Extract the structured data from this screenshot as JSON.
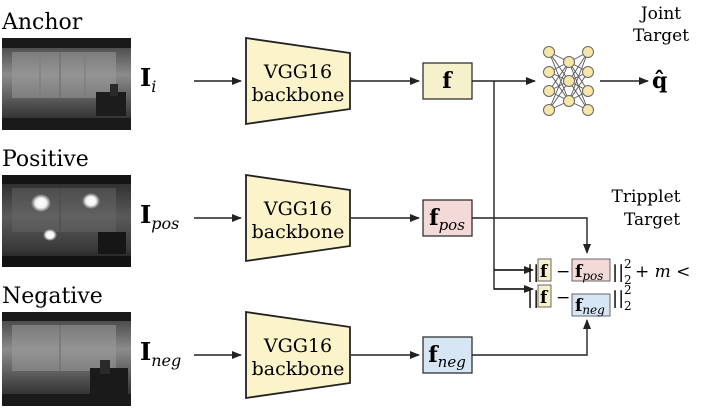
{
  "rows": [
    {
      "label": "Anchor",
      "symbol": "I",
      "sub": "i",
      "feature": "f",
      "feature_sub": ""
    },
    {
      "label": "Positive",
      "symbol": "I",
      "sub": "pos",
      "feature": "f",
      "feature_sub": "pos"
    },
    {
      "label": "Negative",
      "symbol": "I",
      "sub": "neg",
      "feature": "f",
      "feature_sub": "neg"
    }
  ],
  "backbone": {
    "line1": "VGG16",
    "line2": "backbone"
  },
  "joint_target": {
    "line1": "Joint",
    "line2": "Target",
    "output": "q̂"
  },
  "triplet_target": {
    "line1": "Tripplet",
    "line2": "Target"
  },
  "triplet_loss": {
    "f": "f",
    "minus": "−",
    "pos": "pos",
    "neg": "neg",
    "exp": "2",
    "sub": "2",
    "margin": "+ m <"
  },
  "colors": {
    "feature_anchor": "#f7f0cc",
    "feature_pos": "#f4d9d9",
    "feature_neg": "#d7e6f5",
    "backbone_fill": "#fbf3c9",
    "node_fill": "#f6e7a8",
    "stroke": "#222222"
  }
}
